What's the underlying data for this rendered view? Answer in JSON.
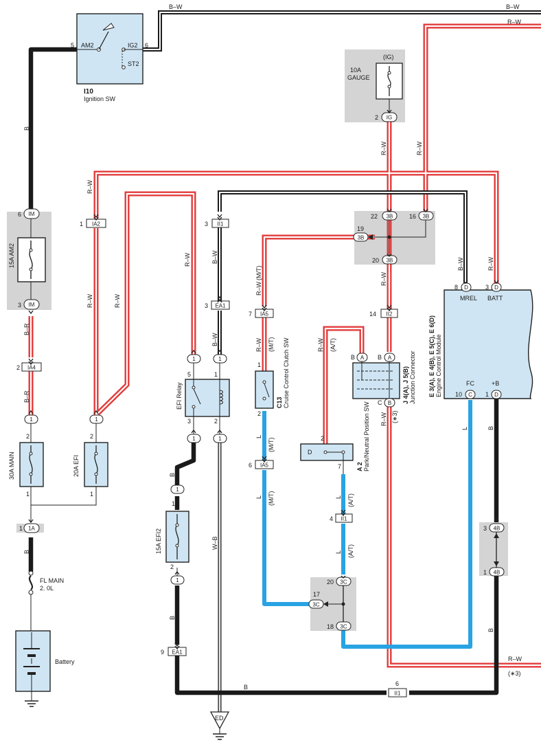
{
  "colors": {
    "black_wire": "#1a1a1a",
    "red_wire": "#e23b3b",
    "blue_wire": "#29a3e3",
    "component_fill": "#cfe5f3",
    "shade": "#d4d4d4"
  },
  "top_wires": {
    "bw": "B–W",
    "rw": "R–W"
  },
  "ignition": {
    "code": "I10",
    "name": "Ignition SW",
    "pin_am2": "AM2",
    "pin_ig2": "IG2",
    "pin_st2": "ST2",
    "num_left": "5",
    "num_right": "6"
  },
  "gauge_fuse": {
    "group": "(IG)",
    "rating": "10A",
    "name": "GAUGE",
    "pin": "2",
    "conn": "IG"
  },
  "am2_fuse": {
    "label": "15A AM2",
    "top_pin": "6",
    "top_conn": "IM",
    "bot_pin": "3",
    "bot_conn": "IM"
  },
  "wire_labels": {
    "b": "B",
    "br": "B–R",
    "rw": "R–W",
    "bw": "B–W",
    "wb": "W–B",
    "l": "L",
    "mt": "(M/T)",
    "at": "(A/T)",
    "star3": "(∗3)"
  },
  "connectors": {
    "ia2": "IA2",
    "ia2_pin": "1",
    "ii1": "II1",
    "ii1_pin": "3",
    "ea1": "EA1",
    "ea1_pin": "3",
    "ia5": "IA5",
    "ia5_pin": "7",
    "ia4": "IA4",
    "ia4_pin": "2",
    "ia5b": "IA5",
    "ia5b_pin": "6",
    "ii2": "II2",
    "ii2_pin": "14",
    "ii1b": "II1",
    "ii1b_pin": "4",
    "ea1b": "EA1",
    "ea1b_pin": "9",
    "ii1c": "II1",
    "ii1c_pin": "6",
    "conn_1a": "1A",
    "conn_1a_pin": "1"
  },
  "junction_3b": {
    "p22": "22",
    "p16": "16",
    "p19": "19",
    "p20": "20",
    "conn": "3B"
  },
  "junction_3c": {
    "p20": "20",
    "p17": "17",
    "p18": "18",
    "conn": "3C"
  },
  "junction_4b": {
    "p3": "3",
    "p1": "1",
    "conn": "4B"
  },
  "ecm": {
    "codes": "E 3(A), E 4(B), E 5(C), E 6(D)",
    "name": "Engine Control Module",
    "mrel": "MREL",
    "batt": "BATT",
    "fc": "FC",
    "plusb": "+B",
    "pin8": "8",
    "pin3": "3",
    "pin10": "10",
    "pin1": "1",
    "conn_d": "D",
    "conn_c": "C"
  },
  "efi_relay": {
    "name": "EFI Relay",
    "p5": "5",
    "p1": "1",
    "p3": "3",
    "p2": "2",
    "conn": "1"
  },
  "clutch_sw": {
    "code": "C13",
    "name": "Cruise Control Clutch SW",
    "p1": "1",
    "p2": "2"
  },
  "jconn": {
    "codes": "J 4(A), J 5(B)",
    "name": "Junction Connector",
    "a": "A",
    "b": "B",
    "c": "C"
  },
  "pn_sw": {
    "code": "A 2",
    "name": "Park/Neutral Position SW",
    "p2": "2",
    "p7": "7",
    "d": "D"
  },
  "main_fuse": {
    "label": "30A MAIN",
    "p2": "2",
    "p1": "1",
    "conn": "1"
  },
  "efi_fuse": {
    "label": "20A EFI",
    "p2": "2",
    "p1": "1",
    "conn": "1"
  },
  "efi2_fuse": {
    "label": "15A EFI2",
    "p1": "1",
    "p2": "2",
    "conn": "1"
  },
  "fl_main": {
    "line1": "FL MAIN",
    "line2": "2. 0L"
  },
  "battery": {
    "label": "Battery"
  },
  "ground": {
    "label": "ED"
  },
  "misc": {
    "one": "1",
    "two": "2"
  }
}
